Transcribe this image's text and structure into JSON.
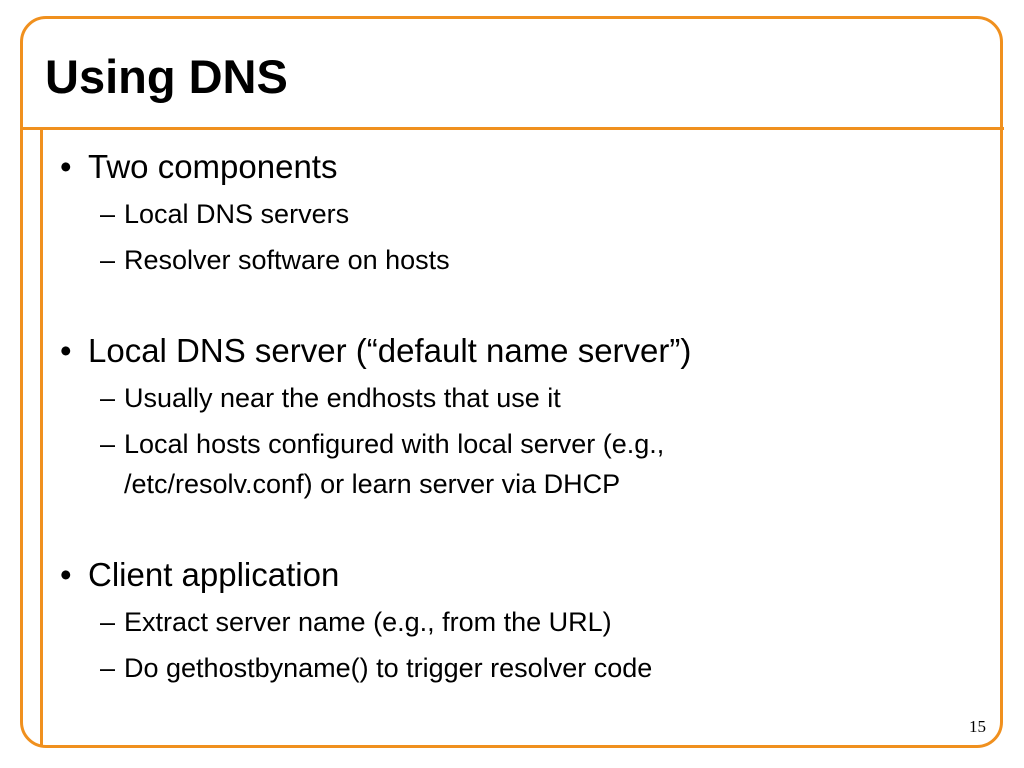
{
  "slide": {
    "title": "Using DNS",
    "page_number": "15",
    "accent_color": "#f0901e",
    "bullets": [
      {
        "text": "Two components",
        "subitems": [
          "Local DNS servers",
          "Resolver software on hosts"
        ]
      },
      {
        "text": "Local DNS server (“default name server”)",
        "subitems": [
          "Usually near the endhosts that use it",
          "Local hosts configured with local server (e.g.,\n/etc/resolv.conf) or learn server via DHCP"
        ]
      },
      {
        "text": "Client application",
        "subitems": [
          "Extract server name (e.g., from the URL)",
          "Do gethostbyname() to trigger resolver code"
        ]
      }
    ],
    "bullet_symbol": "•",
    "dash_symbol": "–"
  }
}
